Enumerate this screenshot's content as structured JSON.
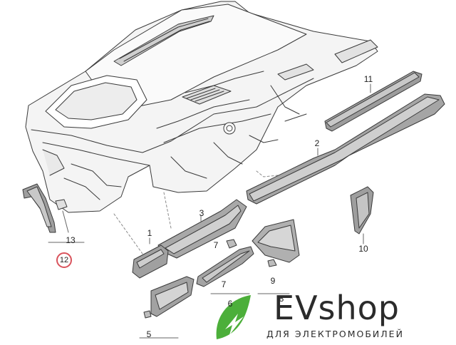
{
  "diagram": {
    "callouts": {
      "c1": "1",
      "c2": "2",
      "c3": "3",
      "c5": "5",
      "c6": "6",
      "c7a": "7",
      "c7b": "7",
      "c8": "8",
      "c9": "9",
      "c10": "10",
      "c11": "11",
      "c12": "12",
      "c13": "13"
    }
  },
  "brand": {
    "name": "EVshop",
    "tagline": "ДЛЯ ЭЛЕКТРОМОБИЛЕЙ",
    "leaf_color": "#4caf3a"
  }
}
